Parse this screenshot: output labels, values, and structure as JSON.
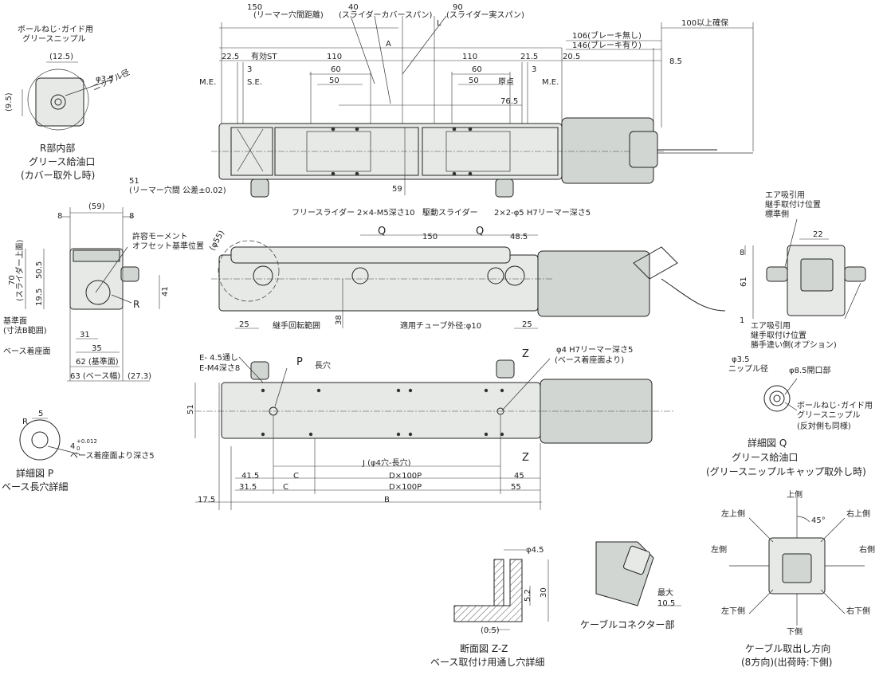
{
  "top_view": {
    "dims_top": [
      "150",
      "(リーマー穴間距離)",
      "40",
      "(スライダーカバースパン)",
      "90",
      "(スライダー実スパン)",
      "L",
      "100以上確保"
    ],
    "brake": [
      "106(ブレーキ無し)",
      "146(ブレーキ有り)"
    ],
    "row_a": [
      "22.5",
      "有効ST",
      "A",
      "110",
      "110",
      "21.5",
      "20.5",
      "8.5"
    ],
    "row_b": [
      "3",
      "60",
      "60",
      "3"
    ],
    "row_c": [
      "M.E.",
      "S.E.",
      "50",
      "50",
      "原点",
      "M.E."
    ],
    "dim_765": "76.5",
    "dim_59": "59",
    "reamer_note": [
      "51",
      "(リーマー穴間 公差±0.02)"
    ],
    "callouts": [
      "フリースライダー",
      "2×4-M5深さ10",
      "駆動スライダー",
      "2×2-φ5 H7リーマー深さ5"
    ]
  },
  "r_detail": {
    "top_labels": [
      "ボールねじ･ガイド用",
      "グリースニップル"
    ],
    "dims": [
      "(12.5)",
      "(9.5)",
      "φ3.5",
      "ニップル径"
    ],
    "caption": [
      "R部内部",
      "グリース給油口",
      "(カバー取外し時)"
    ]
  },
  "end_view": {
    "dims": [
      "(59)",
      "8",
      "8",
      "70",
      "(スライダー上面)",
      "50.5",
      "19.5",
      "41",
      "31",
      "35",
      "62 (基準面)",
      "63 (ベース幅)",
      "(27.3)"
    ],
    "notes": [
      "許容モーメント",
      "オフセット基準位置",
      "基準面",
      "(寸法B範囲)",
      "ベース着座面"
    ],
    "r_label": "R"
  },
  "side_view": {
    "dims": [
      "(φ55)",
      "150",
      "48.5",
      "25",
      "25",
      "38"
    ],
    "q_labels": [
      "Q",
      "Q"
    ],
    "notes": [
      "継手回転範囲",
      "適用チューブ外径:φ10"
    ]
  },
  "bottom_view": {
    "left_notes": [
      "E- 4.5通し",
      "E-M4深さ8"
    ],
    "p_label": "P",
    "p_note": "長穴",
    "z_labels": [
      "Z",
      "Z"
    ],
    "right_notes": [
      "φ4 H7リーマー深さ5",
      "(ベース着座面より)"
    ],
    "dim_51": "51",
    "dims": [
      "41.5",
      "31.5",
      "C",
      "C",
      "J (φ4穴-長穴)",
      "D×100P",
      "D×100P",
      "45",
      "55",
      "17.5",
      "B"
    ]
  },
  "detail_p": {
    "dims": [
      "R",
      "5",
      "4",
      "+0.012",
      "0",
      "ベース着座面より深さ5"
    ],
    "caption": [
      "詳細図 P",
      "ベース長穴詳細"
    ]
  },
  "section_zz": {
    "dims": [
      "φ4.5",
      "5.2",
      "30",
      "(0.5)"
    ],
    "caption": [
      "断面図 Z-Z",
      "ベース取付け用通し穴詳細"
    ]
  },
  "cable_connector": {
    "dims": [
      "最大",
      "10.5"
    ],
    "caption": "ケーブルコネクター部"
  },
  "right_end": {
    "notes": [
      "エア吸引用",
      "継手取付け位置",
      "標準側",
      "エア吸引用",
      "継手取付け位置",
      "勝手違い側(オプション)"
    ],
    "dims": [
      "22",
      "8",
      "61",
      "1"
    ]
  },
  "detail_q": {
    "dims": [
      "φ3.5",
      "ニップル径",
      "φ8.5開口部"
    ],
    "notes": [
      "ボールねじ･ガイド用",
      "グリースニップル",
      "(反対側も同様)"
    ],
    "caption": [
      "詳細図 Q",
      "グリース給油口",
      "(グリースニップルキャップ取外し時)"
    ]
  },
  "cable_direction": {
    "labels": [
      "上側",
      "左上側",
      "右上側",
      "左側",
      "右側",
      "左下側",
      "右下側",
      "下側",
      "45°"
    ],
    "caption": [
      "ケーブル取出し方向",
      "(8方向)(出荷時:下側)"
    ]
  }
}
